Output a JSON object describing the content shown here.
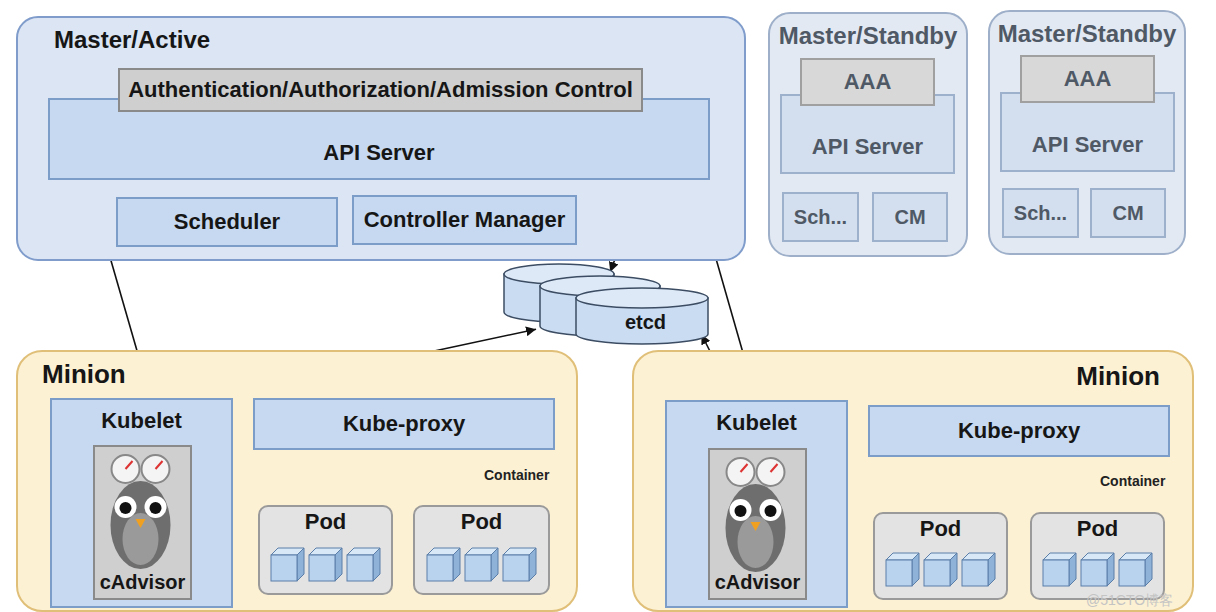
{
  "diagram": {
    "nodes": [
      {
        "text": [
          "Master/Active"
        ]
      },
      {
        "text": [
          "Authentication/Authorization/Admission Control"
        ],
        "in": 0
      },
      {
        "text": [
          "API Server"
        ],
        "in": 0
      },
      {
        "text": [
          "Scheduler"
        ],
        "in": 0
      },
      {
        "text": [
          "Controller Manager"
        ],
        "in": 0
      },
      {
        "text": [
          "Master/Standby"
        ]
      },
      {
        "text": [
          "AAA"
        ],
        "in": 5
      },
      {
        "text": [
          "API Server"
        ],
        "in": 5
      },
      {
        "text": [
          "Sch..."
        ],
        "in": 5
      },
      {
        "text": [
          "CM"
        ],
        "in": 5
      },
      {
        "text": [
          "Master/Standby"
        ]
      },
      {
        "text": [
          "AAA"
        ],
        "in": 10
      },
      {
        "text": [
          "API Server"
        ],
        "in": 10
      },
      {
        "text": [
          "Sch..."
        ],
        "in": 10
      },
      {
        "text": [
          "CM"
        ],
        "in": 10
      },
      {
        "text": [
          "etcd"
        ]
      },
      {
        "text": [
          "Minion"
        ]
      },
      {
        "text": [
          "Kubelet"
        ],
        "in": 16
      },
      {
        "text": [
          "cAdvisor"
        ],
        "in": 17
      },
      {
        "text": [
          "Kube-proxy"
        ],
        "in": 16
      },
      {
        "text": [
          "Pod"
        ],
        "in": 16
      },
      {
        "text": [
          "Pod"
        ],
        "in": 16
      },
      {
        "text": [
          "Minion"
        ]
      },
      {
        "text": [
          "Kubelet"
        ],
        "in": 22
      },
      {
        "text": [
          "cAdvisor"
        ],
        "in": 23
      },
      {
        "text": [
          "Kube-proxy"
        ],
        "in": 22
      },
      {
        "text": [
          "Pod"
        ],
        "in": 22
      },
      {
        "text": [
          "Pod"
        ],
        "in": 22
      }
    ],
    "edges": [
      {
        "from": 2,
        "to": 17,
        "arrow": "both"
      },
      {
        "from": 2,
        "to": 15,
        "arrow": "to"
      },
      {
        "from": 2,
        "to": 23,
        "arrow": "both"
      },
      {
        "from": 17,
        "to": 15,
        "arrow": "both"
      },
      {
        "from": 15,
        "to": 23,
        "arrow": "both"
      },
      {
        "from": 17,
        "to": 20,
        "arrow": "to"
      },
      {
        "from": 17,
        "to": 21,
        "arrow": "to"
      },
      {
        "from": 19,
        "to": 20,
        "arrow": "to"
      },
      {
        "from": 19,
        "to": 21,
        "arrow": "to"
      },
      {
        "from": 23,
        "to": 26,
        "arrow": "to"
      },
      {
        "from": 23,
        "to": 27,
        "arrow": "to"
      },
      {
        "from": 25,
        "to": 26,
        "arrow": "to"
      },
      {
        "from": 25,
        "to": 27,
        "arrow": "to"
      }
    ],
    "labels": [
      "Container",
      "Container",
      "@51CTO博客"
    ]
  }
}
